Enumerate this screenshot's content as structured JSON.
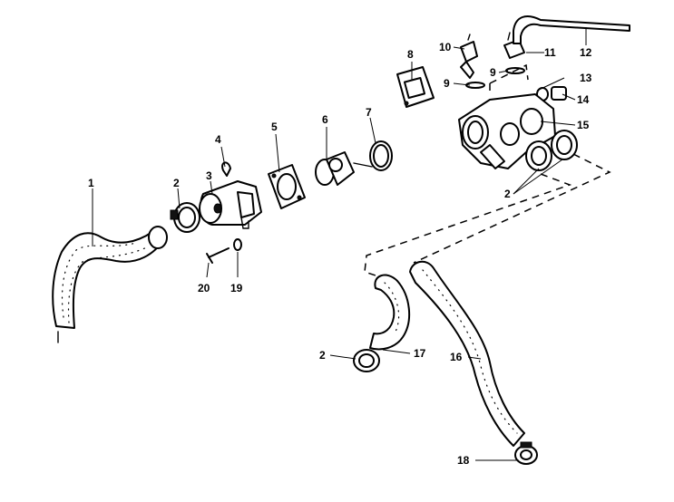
{
  "callouts": [
    {
      "id": "c1",
      "label": "1"
    },
    {
      "id": "c2a",
      "label": "2"
    },
    {
      "id": "c3",
      "label": "3"
    },
    {
      "id": "c4",
      "label": "4"
    },
    {
      "id": "c5",
      "label": "5"
    },
    {
      "id": "c6",
      "label": "6"
    },
    {
      "id": "c7",
      "label": "7"
    },
    {
      "id": "c8",
      "label": "8"
    },
    {
      "id": "c9a",
      "label": "9"
    },
    {
      "id": "c9b",
      "label": "9"
    },
    {
      "id": "c10",
      "label": "10"
    },
    {
      "id": "c11",
      "label": "11"
    },
    {
      "id": "c12",
      "label": "12"
    },
    {
      "id": "c13",
      "label": "13"
    },
    {
      "id": "c14",
      "label": "14"
    },
    {
      "id": "c15",
      "label": "15"
    },
    {
      "id": "c2b",
      "label": "2"
    },
    {
      "id": "c16",
      "label": "16"
    },
    {
      "id": "c17",
      "label": "17"
    },
    {
      "id": "c2c",
      "label": "2"
    },
    {
      "id": "c18",
      "label": "18"
    },
    {
      "id": "c19",
      "label": "19"
    },
    {
      "id": "c20",
      "label": "20"
    }
  ]
}
